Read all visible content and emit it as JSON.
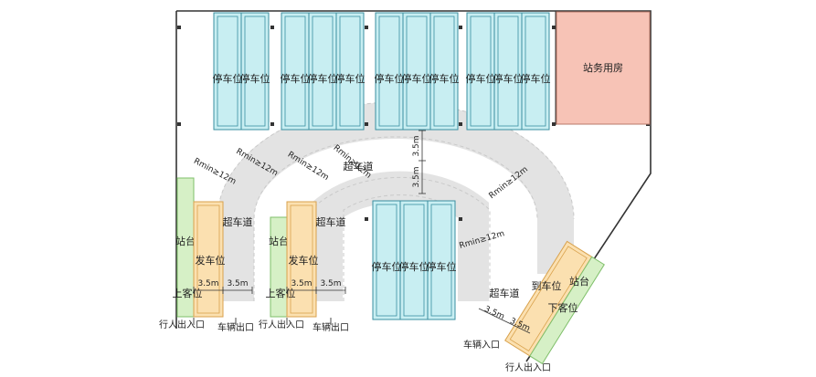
{
  "labels": {
    "parking": "停车位",
    "staff_room": "站务用房",
    "overtake_lane": "超车道",
    "station_platform": "站台",
    "departure_bay": "发车位",
    "boarding": "上客位",
    "arrival_bay": "到车位",
    "alighting": "下客位",
    "ped_entrance": "行人出入口",
    "vehicle_exit": "车辆出口",
    "vehicle_entrance": "车辆入口",
    "width_3_5": "3.5m",
    "rmin_12": "Rmin≥12m"
  },
  "colors": {
    "parking": "#c8eef2",
    "staff_room": "#f7c3b6",
    "departure_bay": "#fbe0b0",
    "platform": "#d6f0c6",
    "road": "#e3e3e3"
  }
}
